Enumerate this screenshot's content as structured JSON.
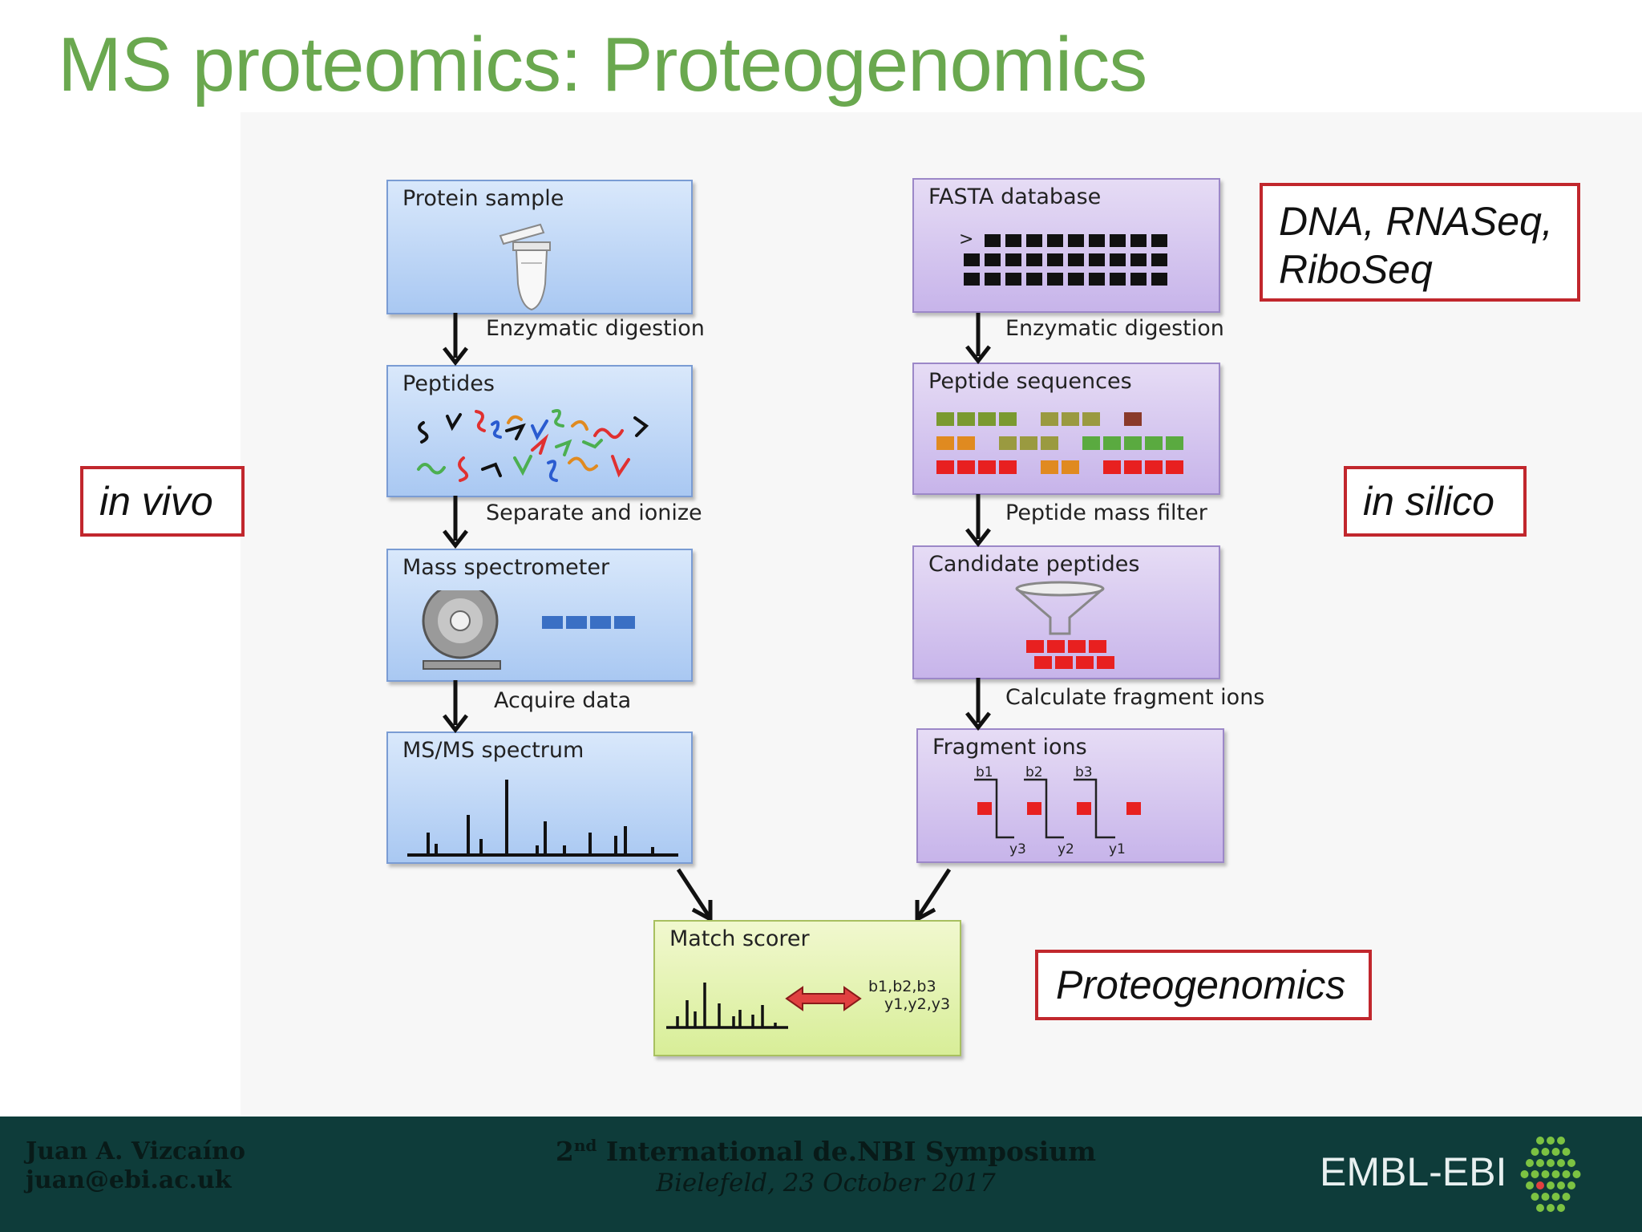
{
  "slide": {
    "title": "MS proteomics: Proteogenomics"
  },
  "left_pipeline": {
    "boxes": [
      {
        "title": "Protein sample"
      },
      {
        "title": "Peptides"
      },
      {
        "title": "Mass spectrometer"
      },
      {
        "title": "MS/MS spectrum"
      }
    ],
    "steps": [
      "Enzymatic digestion",
      "Separate and ionize",
      "Acquire data"
    ]
  },
  "right_pipeline": {
    "boxes": [
      {
        "title": "FASTA database"
      },
      {
        "title": "Peptide sequences"
      },
      {
        "title": "Candidate peptides"
      },
      {
        "title": "Fragment ions"
      }
    ],
    "steps": [
      "Enzymatic digestion",
      "Peptide mass filter",
      "Calculate fragment ions"
    ],
    "fasta_prompt": ">",
    "fragment_labels": {
      "b": [
        "b1",
        "b2",
        "b3"
      ],
      "y": [
        "y3",
        "y2",
        "y1"
      ]
    }
  },
  "match_scorer": {
    "title": "Match scorer",
    "b_ions": "b1,b2,b3",
    "y_ions": "y1,y2,y3"
  },
  "callouts": {
    "dna": [
      "DNA, RNASeq,",
      "RiboSeq"
    ],
    "in_vivo": "in vivo",
    "in_silico": "in silico",
    "proteogenomics": "Proteogenomics"
  },
  "footer": {
    "name": "Juan A. Vizcaíno",
    "email": "juan@ebi.ac.uk",
    "ordinal": "2",
    "ordinal_suffix": "nd",
    "symposium": " International de.NBI Symposium",
    "location": "Bielefeld, 23 October 2017",
    "logo": "EMBL-EBI"
  },
  "colors": {
    "title_green": "#6aa84f",
    "callout_red": "#c1272d",
    "footer_bg": "#0e3c3a"
  }
}
